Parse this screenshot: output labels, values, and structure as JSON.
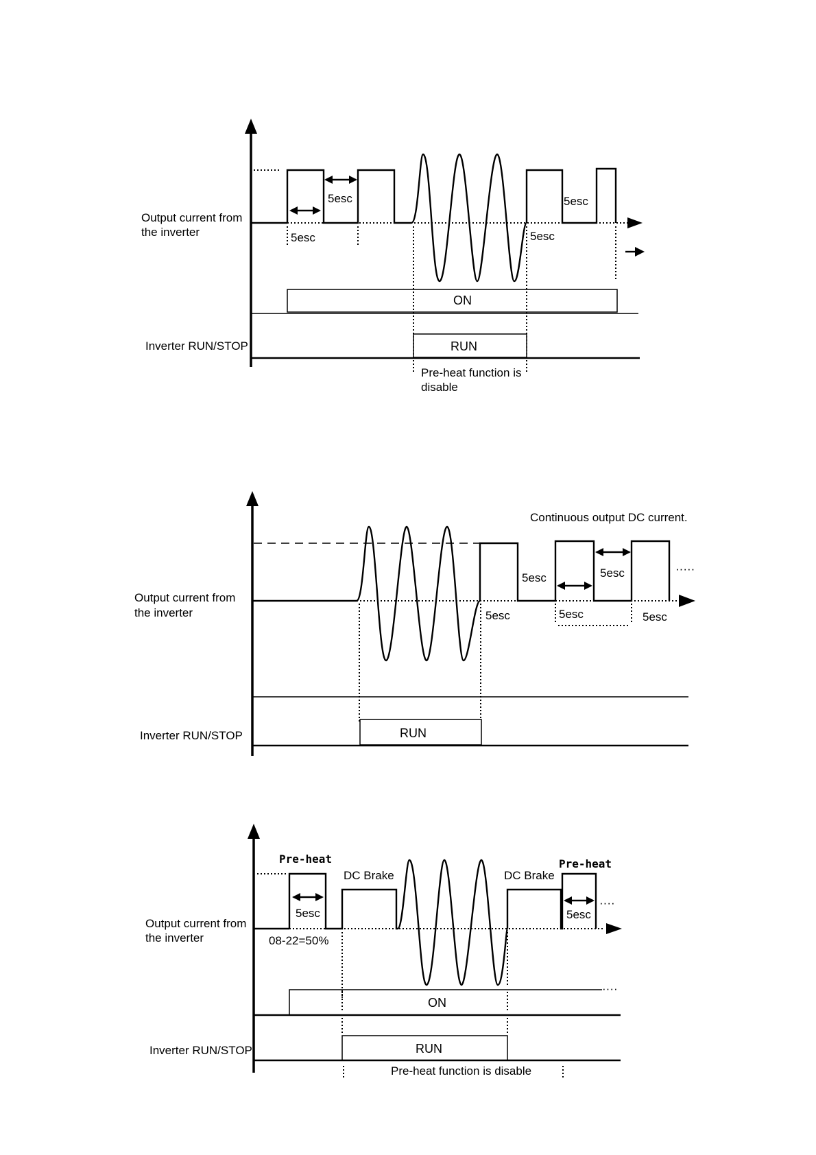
{
  "diagram1": {
    "ylabel_line1": "Output current from",
    "ylabel_line2": "the inverter",
    "time_labels": [
      "5esc",
      "5esc",
      "5esc",
      "5esc"
    ],
    "on_label": "ON",
    "run_label": "RUN",
    "runstop_label": "Inverter RUN/STOP",
    "note_line1": "Pre-heat function is",
    "note_line2": "disable"
  },
  "diagram2": {
    "ylabel_line1": "Output current from",
    "ylabel_line2": "the inverter",
    "continuous_label": "Continuous output DC current.",
    "time_labels": [
      "5esc",
      "5esc",
      "5esc",
      "5esc",
      "5esc"
    ],
    "continuation": "·····",
    "run_label": "RUN",
    "runstop_label": "Inverter RUN/STOP"
  },
  "diagram3": {
    "ylabel_line1": "Output current from",
    "ylabel_line2": "the inverter",
    "preheat_label": "Pre-heat",
    "dc_brake_label": "DC Brake",
    "time_labels": [
      "5esc",
      "5esc"
    ],
    "level_label": "08-22=50%",
    "continuation": "····",
    "on_label": "ON",
    "run_label": "RUN",
    "runstop_label": "Inverter RUN/STOP",
    "note": "Pre-heat function is disable"
  }
}
